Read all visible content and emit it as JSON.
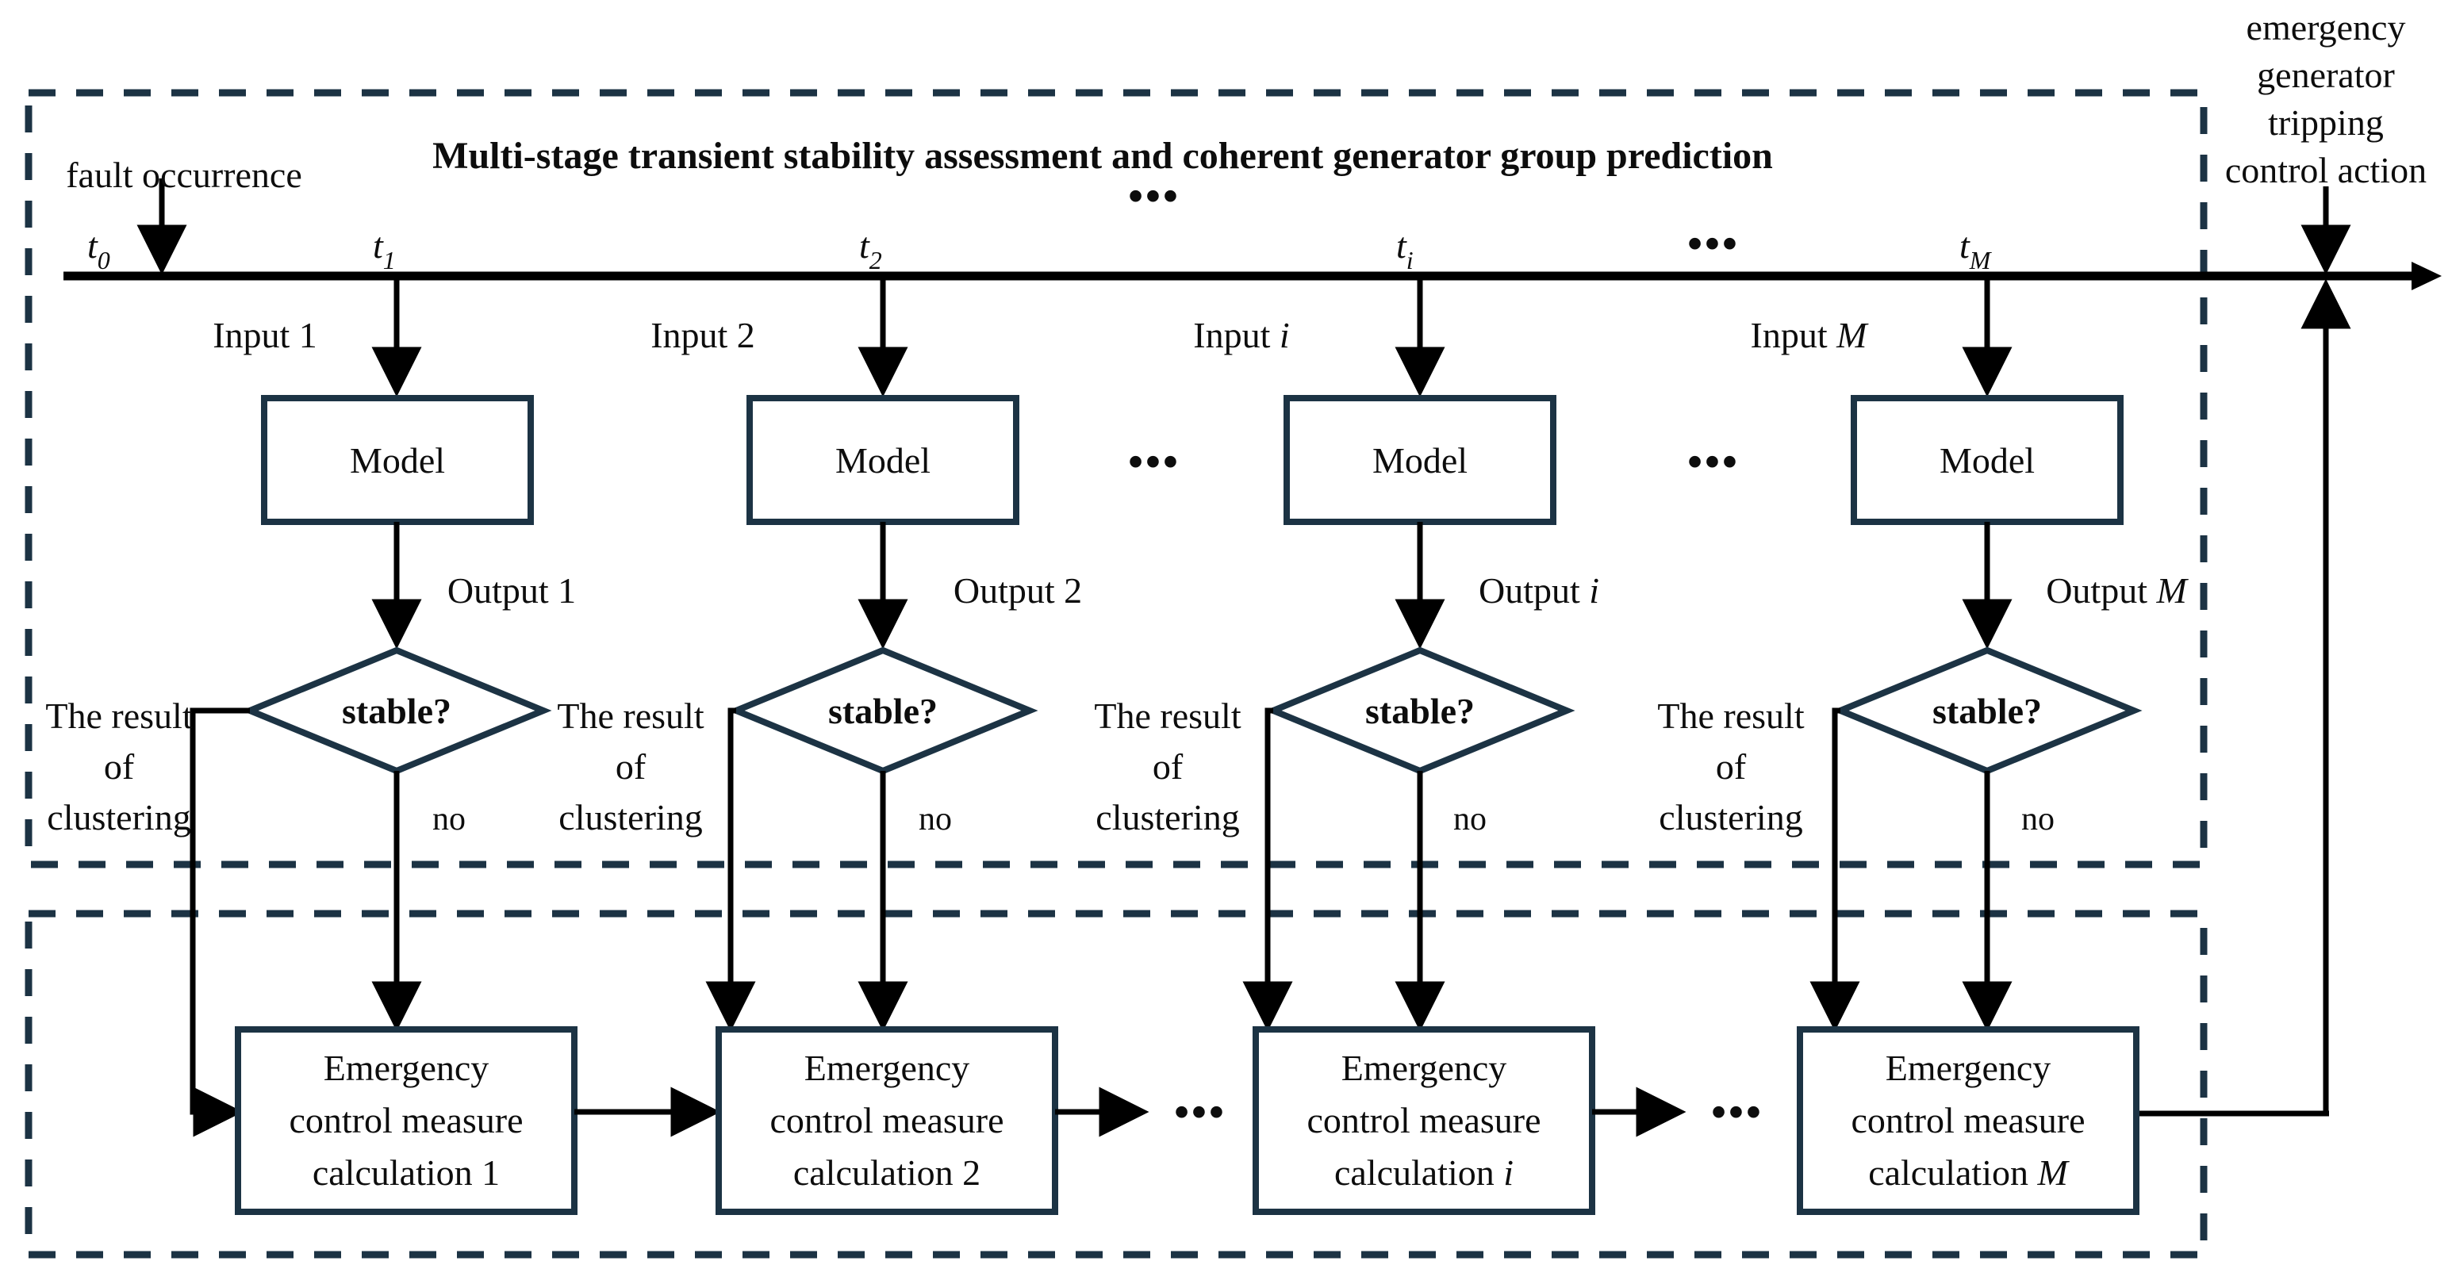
{
  "diagram": {
    "title": "Multi-stage transient stability assessment and coherent generator group prediction",
    "fault_label": "fault occurrence",
    "emergency_action_label": [
      "emergency",
      "generator",
      "tripping",
      "control action"
    ],
    "ellipsis": "•••",
    "time_ticks": [
      {
        "base": "t",
        "sub": "0"
      },
      {
        "base": "t",
        "sub": "1"
      },
      {
        "base": "t",
        "sub": "2"
      },
      {
        "base": "t",
        "sub": "i"
      },
      {
        "base": "t",
        "sub": "M"
      }
    ],
    "columns": [
      {
        "input": "Input 1",
        "model": "Model",
        "output": "Output 1",
        "decision": "stable?",
        "no_label": "no",
        "cluster_label": [
          "The result",
          "of",
          "clustering"
        ],
        "action": [
          "Emergency",
          "control  measure",
          "calculation 1"
        ]
      },
      {
        "input": "Input 2",
        "model": "Model",
        "output": "Output 2",
        "decision": "stable?",
        "no_label": "no",
        "cluster_label": [
          "The result",
          "of",
          "clustering"
        ],
        "action": [
          "Emergency",
          "control  measure",
          "calculation 2"
        ]
      },
      {
        "input": "Input i",
        "model": "Model",
        "output": "Output i",
        "decision": "stable?",
        "no_label": "no",
        "cluster_label": [
          "The result",
          "of",
          "clustering"
        ],
        "action": [
          "Emergency",
          "control  measure",
          "calculation i"
        ]
      },
      {
        "input": "Input M",
        "model": "Model",
        "output": "Output M",
        "decision": "stable?",
        "no_label": "no",
        "cluster_label": [
          "The result",
          "of",
          "clustering"
        ],
        "action": [
          "Emergency",
          "control  measure",
          "calculation M"
        ]
      }
    ],
    "colors": {
      "node_stroke": "#1c3344",
      "dashed_border": "#1c3344",
      "arrow": "#000000",
      "text": "#0d0d0d",
      "background": "#ffffff"
    }
  },
  "text": {
    "input_1": "Input 1",
    "input_2": "Input 2",
    "input_i": "Input ",
    "input_i_var": "i",
    "input_M": "Input ",
    "input_M_var": "M",
    "model": "Model",
    "output_1": "Output 1",
    "output_2": "Output 2",
    "output_i": "Output ",
    "output_i_var": "i",
    "output_M": "Output ",
    "output_M_var": "M",
    "stable": "stable?",
    "no": "no",
    "res1": "The result",
    "res2": "of",
    "res3": "clustering",
    "em1": "Emergency",
    "em2": "control  measure",
    "calc1": "calculation 1",
    "calc2": "calculation 2",
    "calc_i": "calculation ",
    "calc_i_var": "i",
    "calc_M": "calculation ",
    "calc_M_var": "M",
    "title": "Multi-stage transient stability assessment and coherent generator group prediction",
    "fault": "fault occurrence",
    "t": "t",
    "s0": "0",
    "s1": "1",
    "s2": "2",
    "si": "i",
    "sM": "M",
    "eg1": "emergency",
    "eg2": "generator",
    "eg3": "tripping",
    "eg4": "control action",
    "dots": "•••"
  }
}
